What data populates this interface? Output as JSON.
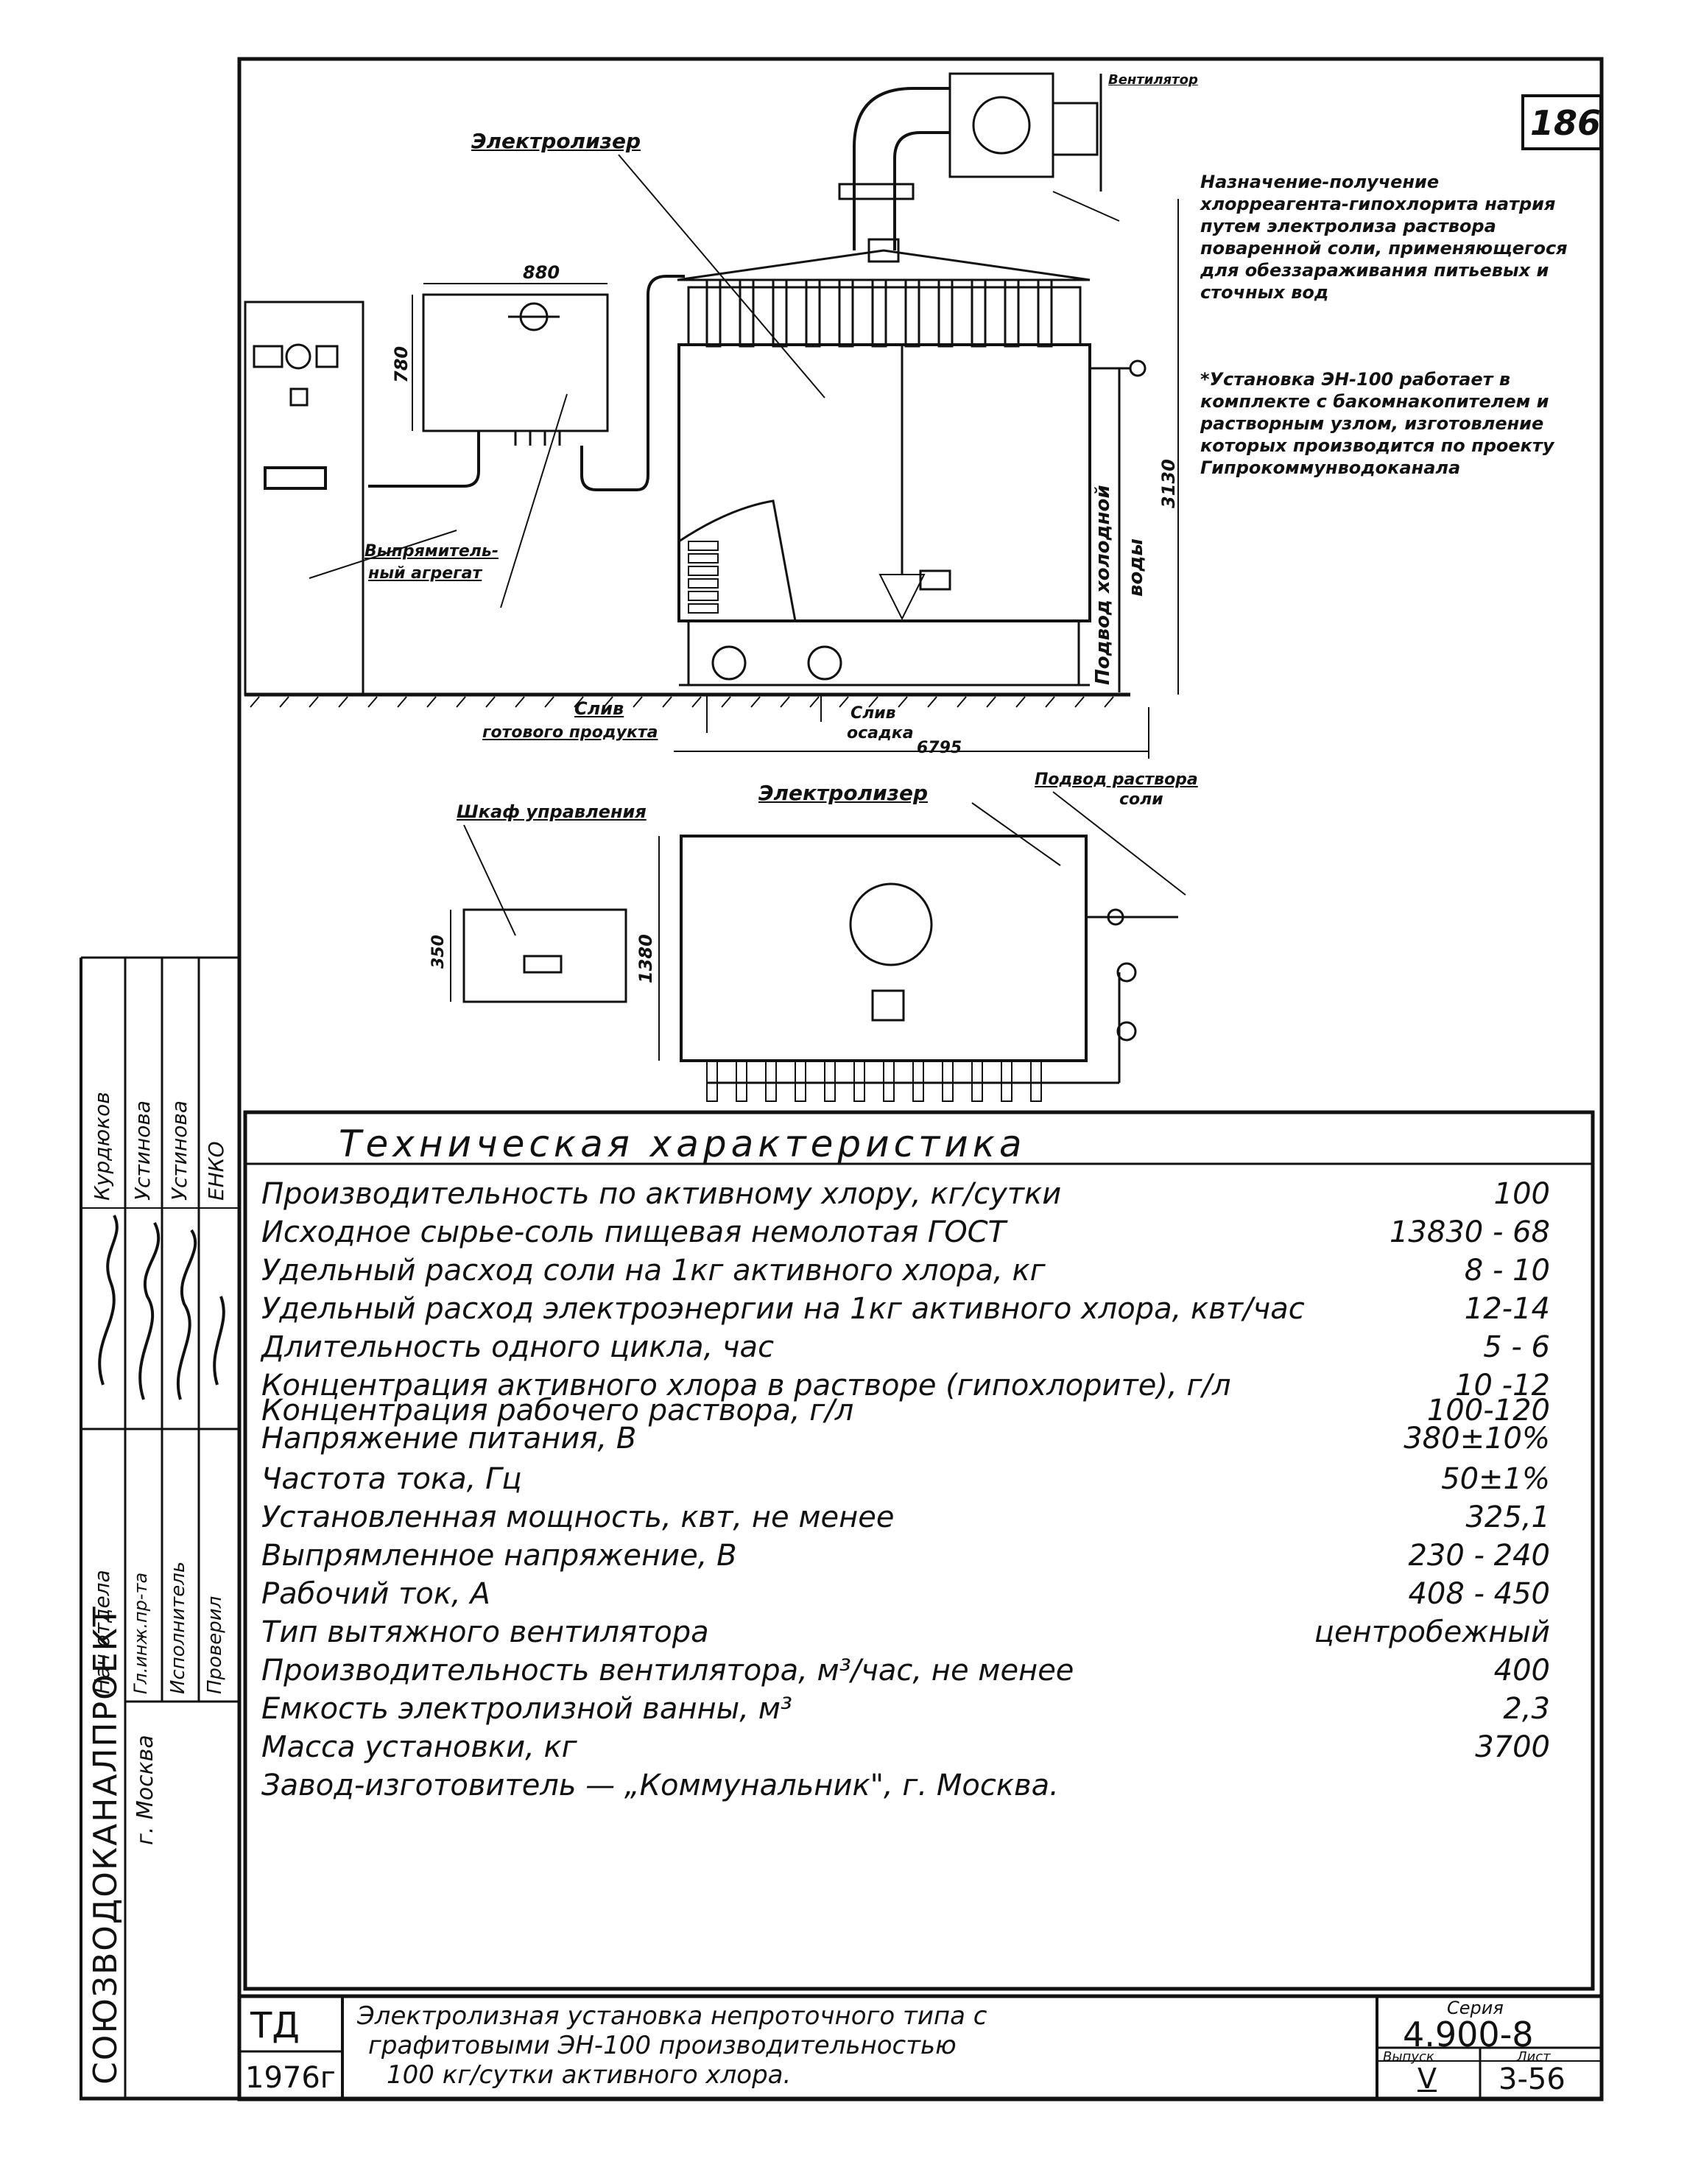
{
  "sheet_number": "186",
  "drawing_labels": {
    "electrolyzer_top": "Электролизер",
    "ventilator": "Вентилятор",
    "rectifier_line1": "Выпрямитель-",
    "rectifier_line2": "ный агрегат",
    "drain_product_line1": "Слив",
    "drain_product_line2": "готового продукта",
    "drain_sludge_line1": "Слив",
    "drain_sludge_line2": "осадка",
    "cold_water_line1": "Подвод холодной",
    "cold_water_line2": "воды",
    "control_cabinet": "Шкаф управления",
    "electrolyzer_plan": "Электролизер",
    "salt_solution_line1": "Подвод раствора",
    "salt_solution_line2": "соли"
  },
  "dimensions": {
    "width_880": "880",
    "height_780": "780",
    "height_3130": "3130",
    "width_8795": "6795",
    "height_350": "350",
    "height_1380": "1380"
  },
  "purpose_note": "Назначение-получение хлорреагента-гипохлорита натрия путем электролиза раствора поваренной соли, применяющегося для обеззараживания питьевых и сточных вод",
  "install_note": "*Установка ЭН-100 работает в комплекте с бакомнакопителем и растворным узлом, изготовление которых производится по проекту Гипрокоммунводоканала",
  "spec": {
    "title": "Техническая характеристика",
    "rows": [
      {
        "label": "Производительность по активному хлору, кг/сутки",
        "value": "100"
      },
      {
        "label": "Исходное сырье-соль пищевая немолотая ГОСТ",
        "value": "13830 - 68"
      },
      {
        "label": "Удельный расход соли на 1кг активного хлора, кг",
        "value": "8 - 10"
      },
      {
        "label": "Удельный расход электроэнергии на 1кг активного хлора, квт/час",
        "value": "12-14"
      },
      {
        "label": "Длительность одного цикла, час",
        "value": "5 - 6"
      },
      {
        "label": "Концентрация активного хлора в растворе (гипохлорите), г/л",
        "value": "10 -12"
      },
      {
        "label": "Концентрация рабочего раствора, г/л",
        "value": "100-120"
      },
      {
        "label": "Напряжение питания, В",
        "value": "380±10%"
      },
      {
        "label": "Частота тока, Гц",
        "value": "50±1%"
      },
      {
        "label": "Установленная мощность, квт, не менее",
        "value": "325,1"
      },
      {
        "label": "Выпрямленное напряжение, В",
        "value": "230 - 240"
      },
      {
        "label": "Рабочий ток, А",
        "value": "408 - 450"
      },
      {
        "label": "Тип вытяжного вентилятора",
        "value": "центробежный"
      },
      {
        "label": "Производительность вентилятора, м³/час, не менее",
        "value": "400"
      },
      {
        "label": "Емкость электролизной ванны, м³",
        "value": "2,3"
      },
      {
        "label": "Масса установки, кг",
        "value": "3700"
      },
      {
        "label": "Завод-изготовитель — „Коммунальник\", г. Москва.",
        "value": ""
      }
    ]
  },
  "side_stamp": {
    "organization": "СОЮЗВОДОКАНАЛПРОЕКТ",
    "city": "г. Москва",
    "roles": [
      "Нач отдела",
      "Гл.инж.пр-та",
      "Исполнитель",
      "Проверил"
    ],
    "names": [
      "Курдюков",
      "Устинова",
      "Устинова",
      "ЕНКО"
    ]
  },
  "title_block": {
    "code": "ТД",
    "year": "1976г",
    "description_line1": "Электролизная установка непроточного типа с",
    "description_line2": "графитовыми ЭН-100 производительностью",
    "description_line3": "100 кг/сутки активного хлора.",
    "series_label": "Серия",
    "series": "4.900-8",
    "issue_label": "Выпуск",
    "issue": "V",
    "sheet_label": "Лист",
    "sheet": "3-56"
  }
}
